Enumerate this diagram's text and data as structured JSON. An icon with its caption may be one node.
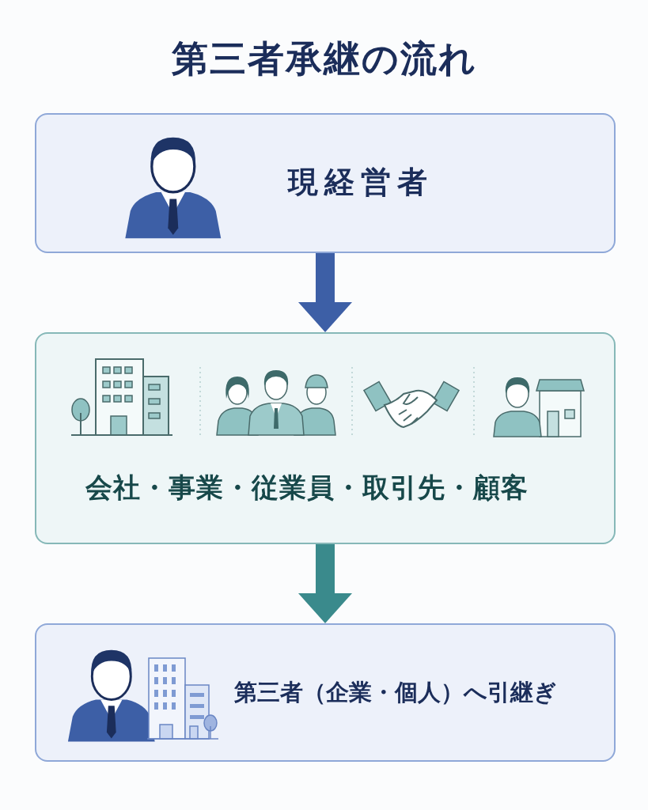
{
  "diagram": {
    "title": "第三者承継の流れ",
    "nodes": [
      {
        "text": [
          "現経営者"
        ]
      },
      {
        "text": [
          "会社・事業・従業員・取引先・顧客"
        ]
      },
      {
        "text": [
          "第三者（企業・個人）へ引継ぎ"
        ]
      }
    ],
    "edges": [
      {
        "from": 0,
        "to": 1,
        "arrow": "to",
        "color": "#3d5fa6"
      },
      {
        "from": 1,
        "to": 2,
        "arrow": "to",
        "color": "#3a8a8c"
      }
    ]
  }
}
